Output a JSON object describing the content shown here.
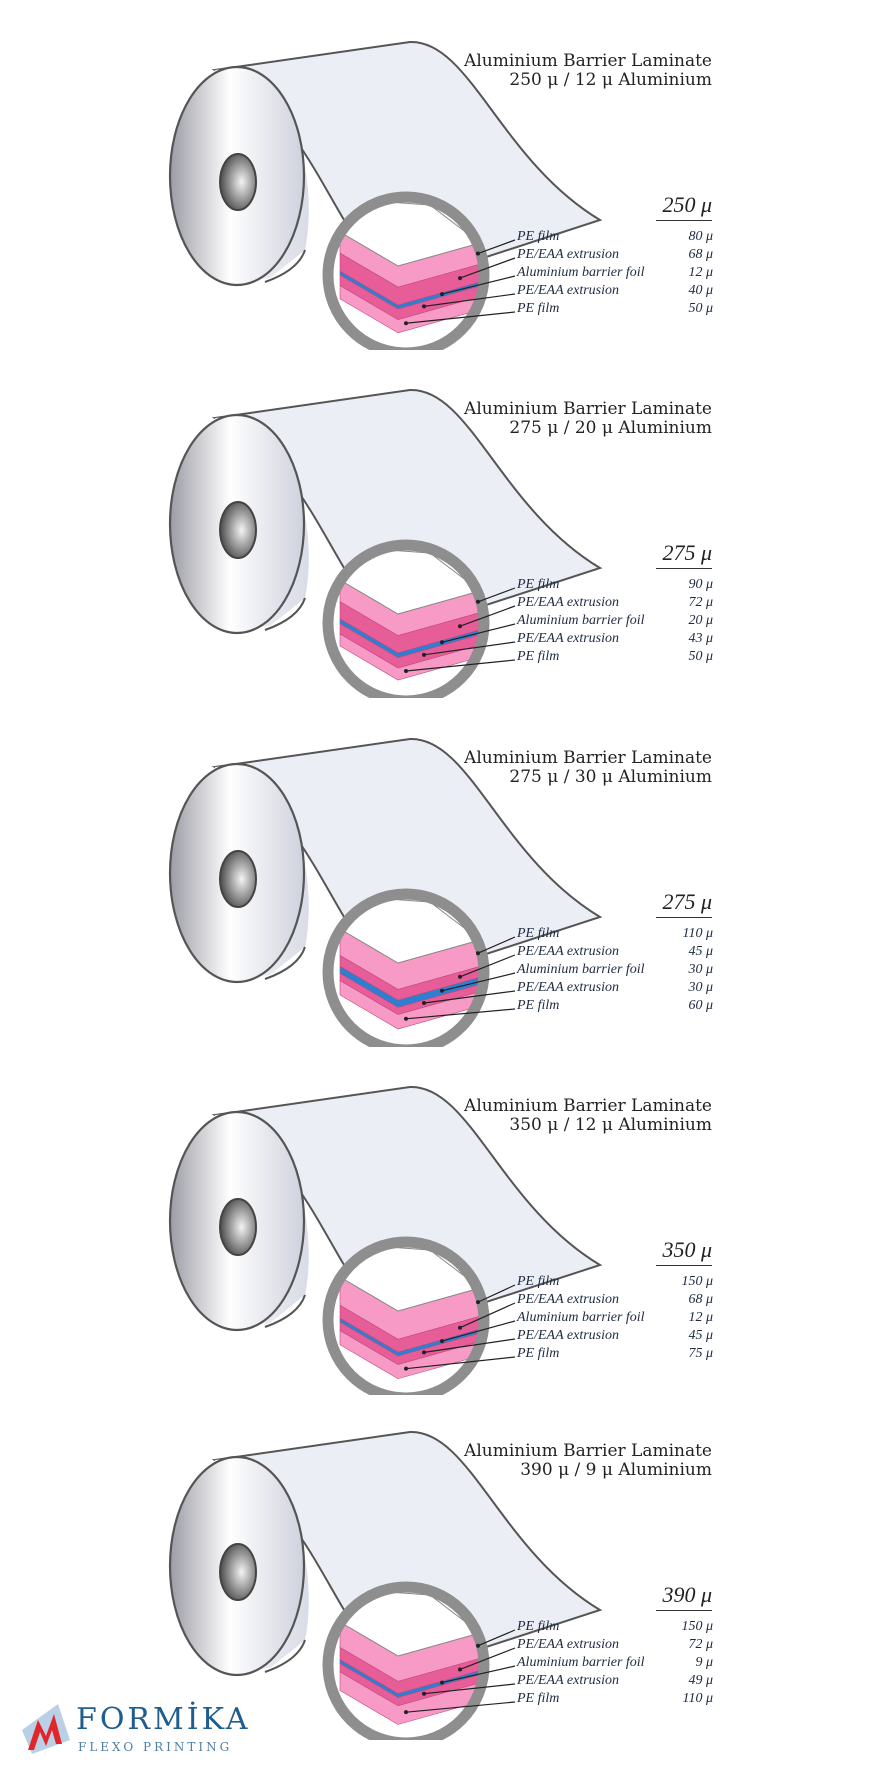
{
  "colors": {
    "pe_film": "#f79ac5",
    "pe_eaa": "#e75d98",
    "aluminium": "#2e7fd0",
    "ring": "#8e8e8e",
    "logo": "#1f5d8e",
    "logo_accent": "#e0262b"
  },
  "chart_data": [
    {
      "type": "diagram",
      "title_line1": "Aluminium Barrier Laminate",
      "title_line2": "250 μ / 12 μ Aluminium",
      "total": "250 μ",
      "layers": [
        {
          "name": "PE film",
          "value": "80 μ",
          "thickness": 80
        },
        {
          "name": "PE/EAA extrusion",
          "value": "68 μ",
          "thickness": 68
        },
        {
          "name": "Aluminium barrier foil",
          "value": "12 μ",
          "thickness": 12
        },
        {
          "name": "PE/EAA extrusion",
          "value": "40 μ",
          "thickness": 40
        },
        {
          "name": "PE film",
          "value": "50 μ",
          "thickness": 50
        }
      ]
    },
    {
      "type": "diagram",
      "title_line1": "Aluminium Barrier Laminate",
      "title_line2": "275 μ / 20 μ Aluminium",
      "total": "275 μ",
      "layers": [
        {
          "name": "PE film",
          "value": "90 μ",
          "thickness": 90
        },
        {
          "name": "PE/EAA extrusion",
          "value": "72 μ",
          "thickness": 72
        },
        {
          "name": "Aluminium barrier foil",
          "value": "20 μ",
          "thickness": 20
        },
        {
          "name": "PE/EAA extrusion",
          "value": "43 μ",
          "thickness": 43
        },
        {
          "name": "PE film",
          "value": "50 μ",
          "thickness": 50
        }
      ]
    },
    {
      "type": "diagram",
      "title_line1": "Aluminium Barrier Laminate",
      "title_line2": "275 μ / 30 μ Aluminium",
      "total": "275 μ",
      "layers": [
        {
          "name": "PE film",
          "value": "110 μ",
          "thickness": 110
        },
        {
          "name": "PE/EAA extrusion",
          "value": "45 μ",
          "thickness": 45
        },
        {
          "name": "Aluminium barrier foil",
          "value": "30 μ",
          "thickness": 30
        },
        {
          "name": "PE/EAA extrusion",
          "value": "30 μ",
          "thickness": 30
        },
        {
          "name": "PE film",
          "value": "60 μ",
          "thickness": 60
        }
      ]
    },
    {
      "type": "diagram",
      "title_line1": "Aluminium Barrier Laminate",
      "title_line2": "350 μ / 12 μ Aluminium",
      "total": "350 μ",
      "layers": [
        {
          "name": "PE film",
          "value": "150 μ",
          "thickness": 150
        },
        {
          "name": "PE/EAA extrusion",
          "value": "68 μ",
          "thickness": 68
        },
        {
          "name": "Aluminium barrier foil",
          "value": "12 μ",
          "thickness": 12
        },
        {
          "name": "PE/EAA extrusion",
          "value": "45 μ",
          "thickness": 45
        },
        {
          "name": "PE film",
          "value": "75 μ",
          "thickness": 75
        }
      ]
    },
    {
      "type": "diagram",
      "title_line1": "Aluminium Barrier Laminate",
      "title_line2": "390 μ / 9 μ Aluminium",
      "total": "390 μ",
      "layers": [
        {
          "name": "PE film",
          "value": "150 μ",
          "thickness": 150
        },
        {
          "name": "PE/EAA extrusion",
          "value": "72 μ",
          "thickness": 72
        },
        {
          "name": "Aluminium barrier foil",
          "value": "9 μ",
          "thickness": 9
        },
        {
          "name": "PE/EAA extrusion",
          "value": "49 μ",
          "thickness": 49
        },
        {
          "name": "PE film",
          "value": "110 μ",
          "thickness": 110
        }
      ]
    }
  ],
  "logo": {
    "name": "FORMİKA",
    "sub": "FLEXO PRINTING",
    "icon": "formika-logo-icon"
  }
}
